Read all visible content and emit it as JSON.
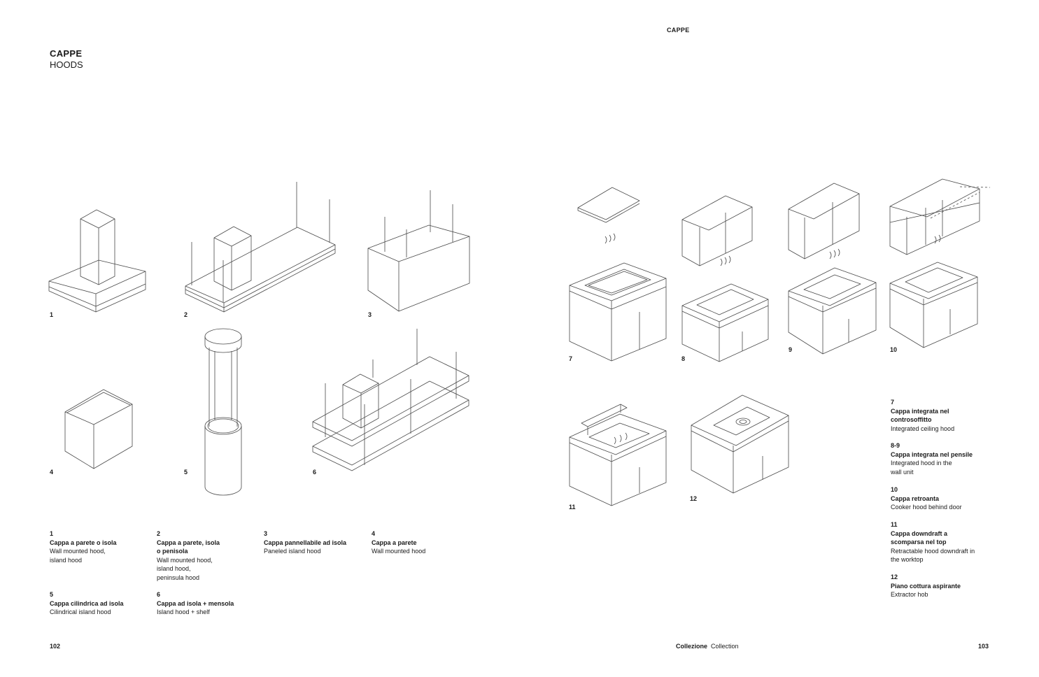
{
  "header": {
    "title_it": "CAPPE",
    "title_en": "HOODS",
    "running_title": "CAPPE"
  },
  "figure_numbers": [
    "1",
    "2",
    "3",
    "4",
    "5",
    "6",
    "7",
    "8",
    "9",
    "10",
    "11",
    "12"
  ],
  "captions_left": [
    {
      "n": "1",
      "it": "Cappa a parete o isola",
      "en": "Wall mounted hood,\nisland hood"
    },
    {
      "n": "2",
      "it": "Cappa a parete, isola\no penisola",
      "en": "Wall mounted hood,\nisland hood,\npeninsula hood"
    },
    {
      "n": "3",
      "it": "Cappa pannellabile ad isola",
      "en": "Paneled island hood"
    },
    {
      "n": "4",
      "it": "Cappa a parete",
      "en": "Wall mounted hood"
    },
    {
      "n": "5",
      "it": "Cappa cilindrica ad isola",
      "en": "Cilindrical island hood"
    },
    {
      "n": "6",
      "it": "Cappa ad isola + mensola",
      "en": "Island hood + shelf"
    }
  ],
  "captions_right": [
    {
      "n": "7",
      "it": "Cappa integrata nel\ncontrosoffitto",
      "en": "Integrated ceiling hood"
    },
    {
      "n": "8-9",
      "it": "Cappa integrata nel pensile",
      "en": "Integrated hood in the\nwall unit"
    },
    {
      "n": "10",
      "it": "Cappa retroanta",
      "en": "Cooker hood behind door"
    },
    {
      "n": "11",
      "it": "Cappa downdraft a\nscomparsa nel top",
      "en": "Retractable hood downdraft in\nthe worktop"
    },
    {
      "n": "12",
      "it": "Piano cottura aspirante",
      "en": "Extractor hob"
    }
  ],
  "footer": {
    "page_left": "102",
    "collection_it": "Collezione",
    "collection_en": "Collection",
    "page_right": "103"
  }
}
